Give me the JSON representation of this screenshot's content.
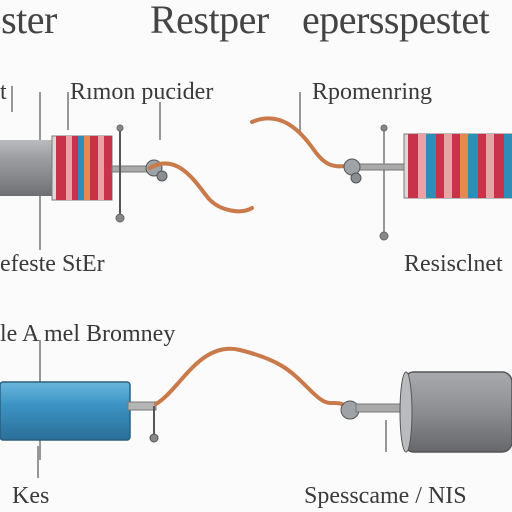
{
  "title": {
    "left": "sster",
    "middle": "Restper",
    "right": "epersspestet"
  },
  "labels": {
    "top_left_small": "t",
    "top_center": "Rımon pucider",
    "top_right": "Rpomenring",
    "mid_left": "efeste StEr",
    "mid_right": "Resisclnet",
    "lower_left": "le  A  mel Bromney",
    "bottom_left": "Kes",
    "bottom_right": "Spesscame / NIS"
  },
  "colors": {
    "band_red": "#c8324a",
    "band_pink": "#e7a3a6",
    "band_blue": "#2d8fb8",
    "band_orange": "#e58a4f",
    "cylinder_gray": "#8d8f92",
    "cylinder_blue": "#3b93c3",
    "wire_orange": "#c87a4a"
  }
}
